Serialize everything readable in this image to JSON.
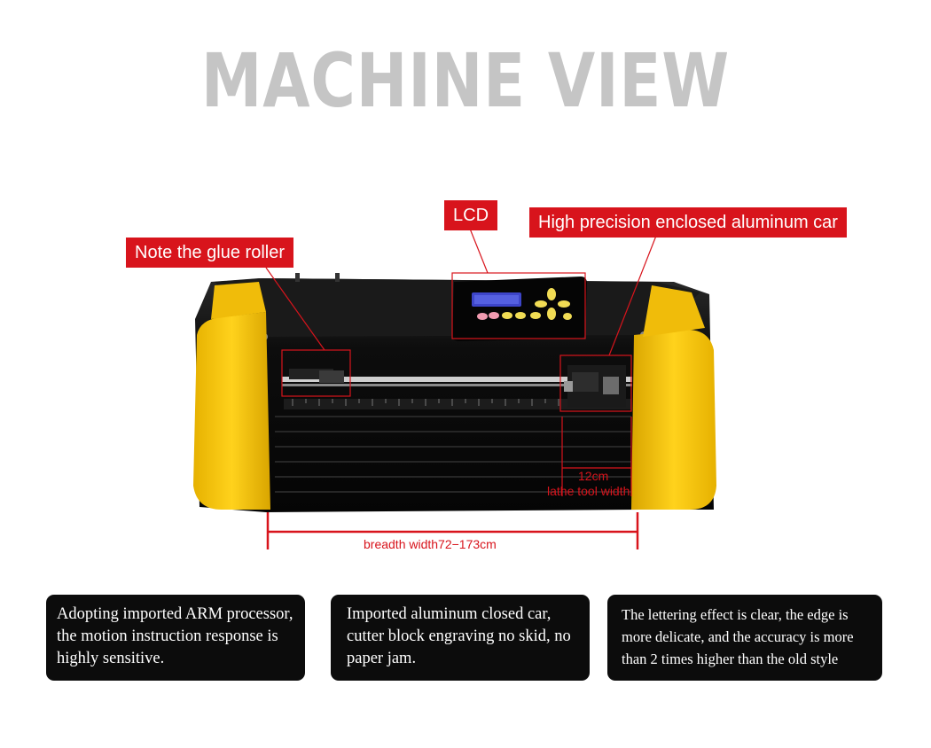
{
  "title": "MACHINE VIEW",
  "callouts": {
    "lcd": "LCD",
    "car": "High precision enclosed aluminum car",
    "roller": "Note the glue roller"
  },
  "dimensions": {
    "tool_width_value": "12cm",
    "tool_width_label": "lathe tool width",
    "breadth": "breadth width72−173cm"
  },
  "features": [
    {
      "text": "Adopting imported ARM processor, the motion instruction response is highly sensitive."
    },
    {
      "text": "Imported aluminum closed car, cutter block engraving no skid, no paper jam."
    },
    {
      "text": "The lettering effect is clear, the edge is more delicate, and the accuracy is more than 2 times higher than the old style"
    }
  ],
  "colors": {
    "accent_red": "#d8141c",
    "machine_yellow": "#f4c10f",
    "machine_black": "#111111",
    "title_gray": "#c5c5c5"
  }
}
